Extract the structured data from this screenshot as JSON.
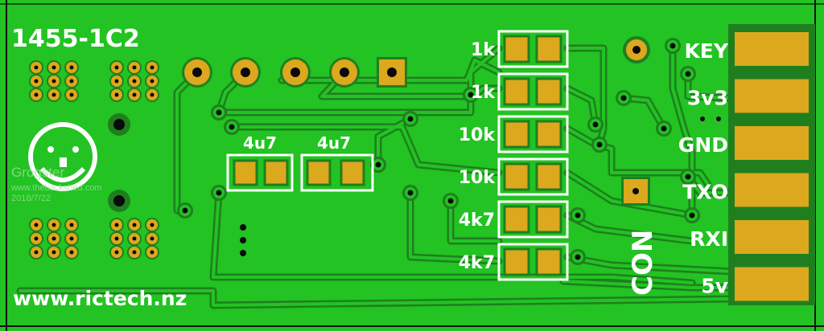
{
  "board": {
    "part_number": "1455-1C2",
    "website": "www.rictech.nz",
    "watermark": {
      "author": "Grogster",
      "site": "www.thebackshed.com",
      "date": "2018/7/22"
    },
    "colors": {
      "board": "#22c322",
      "clearance": "#1f7f1f",
      "pad": "#dca81d",
      "silk": "#ffffff",
      "hole": "#0a0a0a"
    }
  },
  "capacitors": [
    {
      "label": "4u7"
    },
    {
      "label": "4u7"
    }
  ],
  "resistors": [
    {
      "label": "1k"
    },
    {
      "label": "1k"
    },
    {
      "label": "10k"
    },
    {
      "label": "10k"
    },
    {
      "label": "4k7"
    },
    {
      "label": "4k7"
    }
  ],
  "connector": {
    "label": "CON",
    "pins": [
      {
        "label": "KEY"
      },
      {
        "label": "3v3"
      },
      {
        "label": "GND"
      },
      {
        "label": "TXO"
      },
      {
        "label": "RXI"
      },
      {
        "label": "5v"
      }
    ]
  }
}
